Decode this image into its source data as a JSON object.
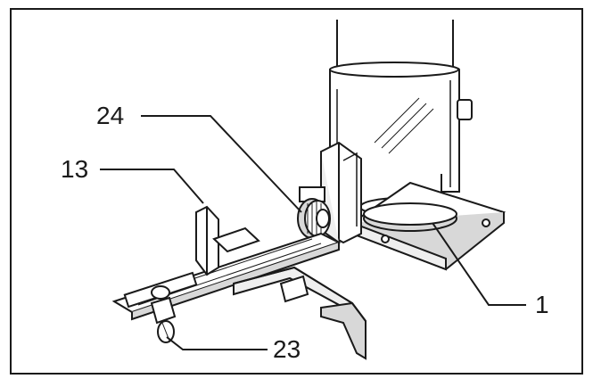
{
  "figure": {
    "callouts": [
      {
        "id": "24",
        "label": "24"
      },
      {
        "id": "13",
        "label": "13"
      },
      {
        "id": "1",
        "label": "1"
      },
      {
        "id": "23",
        "label": "23"
      }
    ],
    "colors": {
      "stroke": "#1a1a1a",
      "shade": "#d8d8d8",
      "light": "#efefef",
      "background": "#ffffff"
    }
  }
}
